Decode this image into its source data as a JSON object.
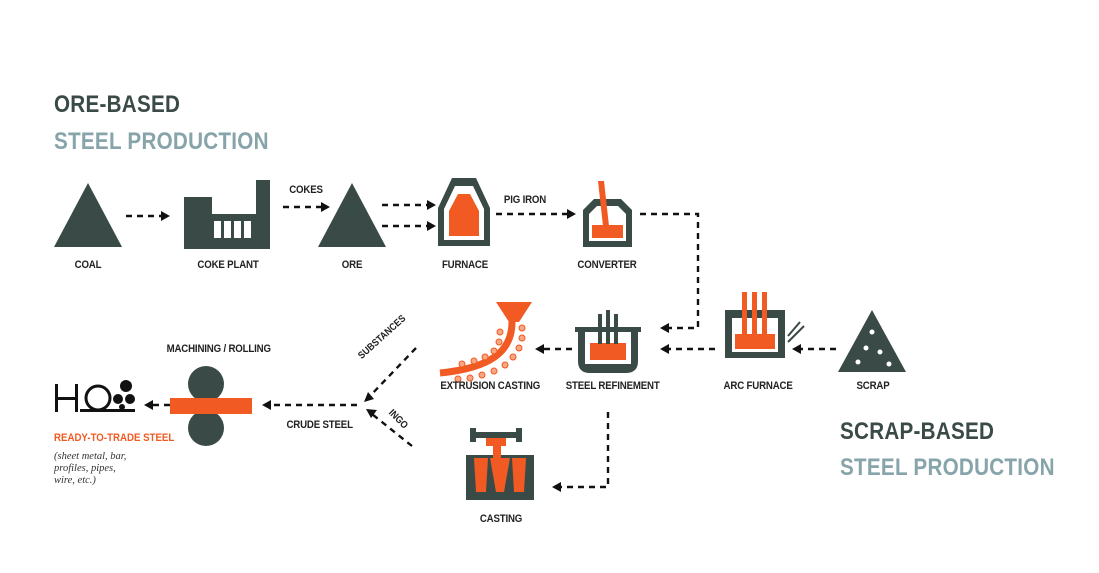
{
  "colors": {
    "dark": "#3a4a47",
    "orange": "#f15a22",
    "teal": "#86a4a9"
  },
  "headings": {
    "ore_line1": "ORE-BASED",
    "ore_line2": "STEEL PRODUCTION",
    "scrap_line1": "SCRAP-BASED",
    "scrap_line2": "STEEL PRODUCTION"
  },
  "nodes": {
    "coal": "COAL",
    "coke_plant": "COKE PLANT",
    "ore": "ORE",
    "furnace": "FURNACE",
    "converter": "CONVERTER",
    "arc_furnace": "ARC FURNACE",
    "scrap": "SCRAP",
    "steel_refinement": "STEEL REFINEMENT",
    "extrusion_casting": "EXTRUSION CASTING",
    "casting": "CASTING",
    "machining_rolling": "MACHINING / ROLLING"
  },
  "edge_labels": {
    "cokes": "COKES",
    "pig_iron": "PIG IRON",
    "substances": "SUBSTANCES",
    "ingo": "INGO",
    "crude_steel": "CRUDE STEEL"
  },
  "output": {
    "title": "READY-TO-TRADE STEEL",
    "note_lines": [
      "(sheet metal, bar,",
      "profiles, pipes,",
      "wire, etc.)"
    ]
  },
  "icons": [
    "coal-icon",
    "coke-plant-icon",
    "ore-icon",
    "furnace-icon",
    "converter-icon",
    "arc-furnace-icon",
    "scrap-icon",
    "steel-refinement-icon",
    "extrusion-casting-icon",
    "casting-icon",
    "rolling-icon",
    "ho-logo-icon"
  ]
}
